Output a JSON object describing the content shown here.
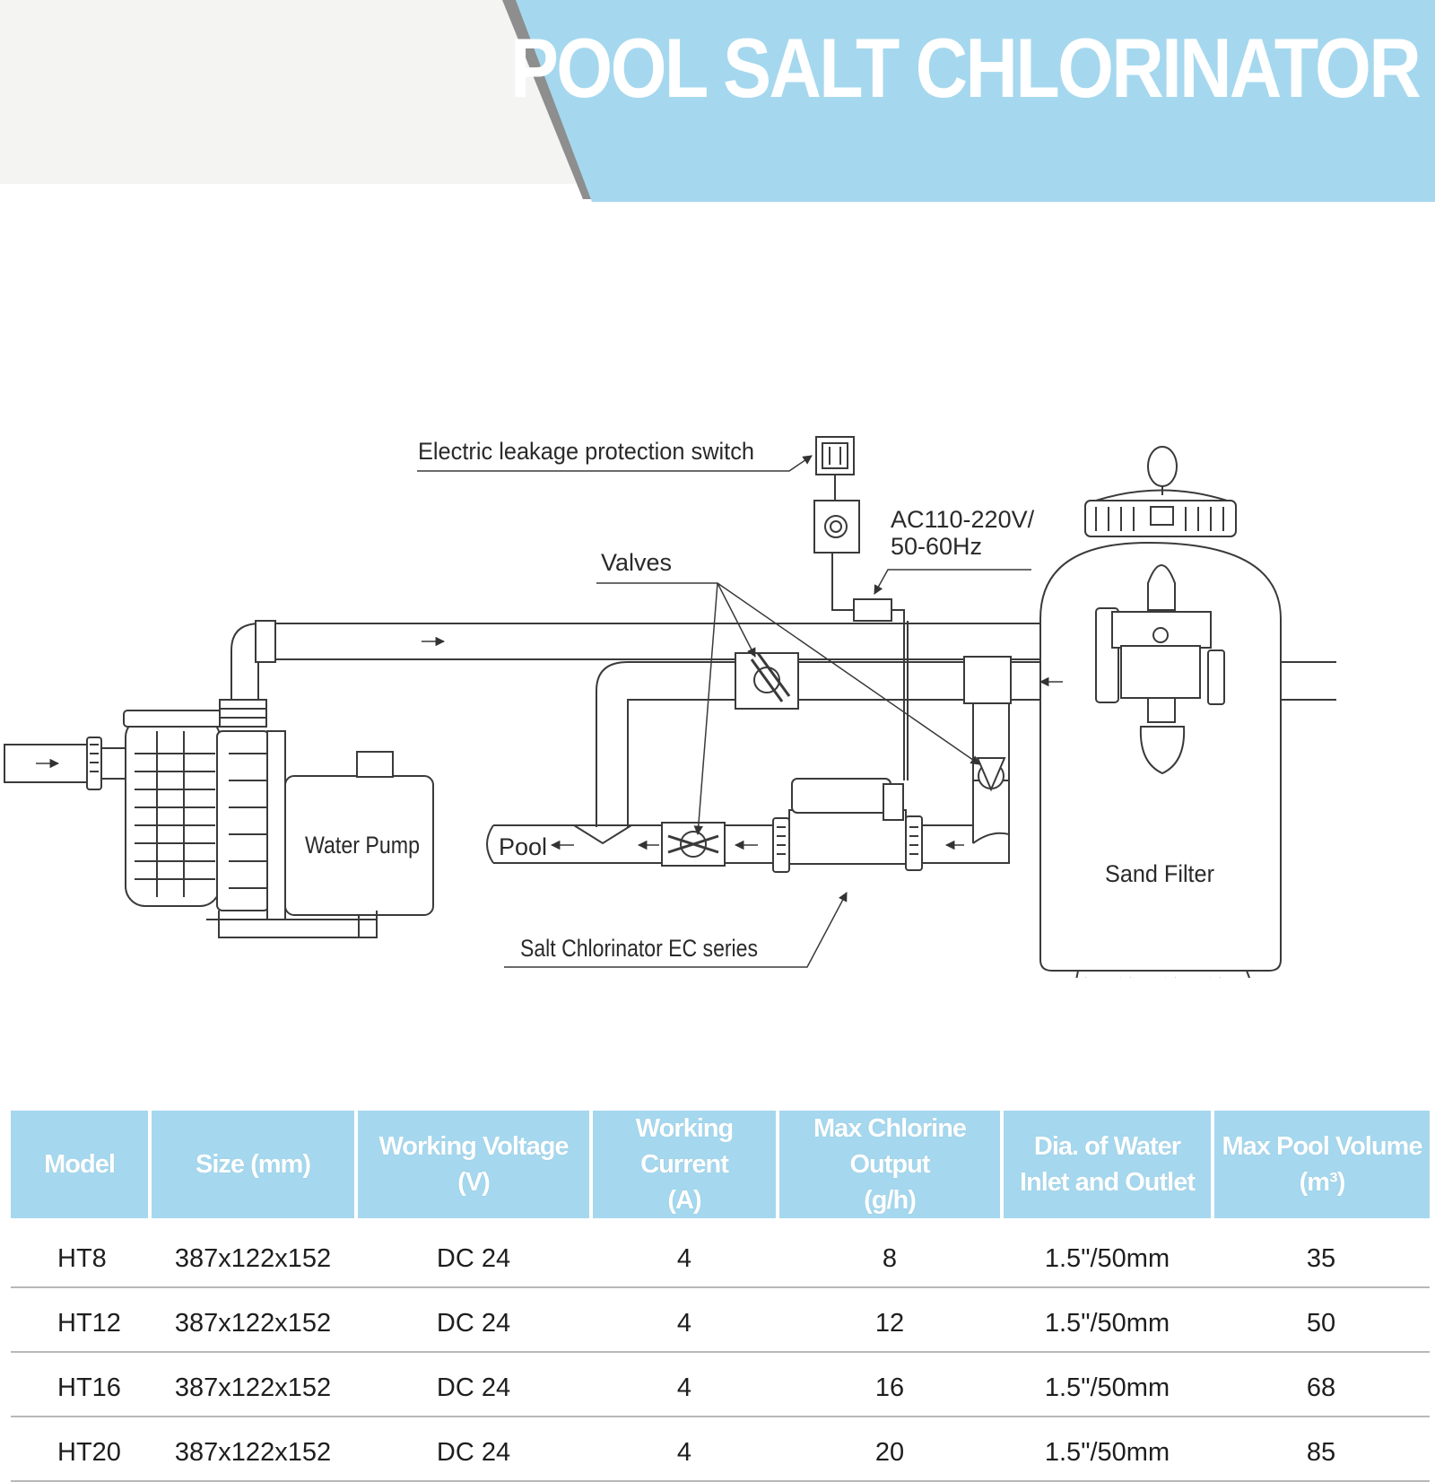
{
  "banner": {
    "title": "POOL SALT CHLORINATOR"
  },
  "diagram": {
    "labels": {
      "leakage_switch": "Electric leakage protection switch",
      "power": "AC110-220V/",
      "frequency": "50-60Hz",
      "valves": "Valves",
      "water_pump": "Water Pump",
      "pool": "Pool",
      "sand_filter": "Sand Filter",
      "chlorinator": "Salt Chlorinator EC series"
    }
  },
  "table": {
    "headers": [
      [
        "Model"
      ],
      [
        "Size (mm)"
      ],
      [
        "Working Voltage",
        "(V)"
      ],
      [
        "Working Current",
        "(A)"
      ],
      [
        "Max Chlorine Output",
        "(g/h)"
      ],
      [
        "Dia. of Water",
        "Inlet and Outlet"
      ],
      [
        "Max Pool Volume",
        "(m³)"
      ]
    ],
    "rows": [
      [
        "HT8",
        "387x122x152",
        "DC 24",
        "4",
        "8",
        "1.5\"/50mm",
        "35"
      ],
      [
        "HT12",
        "387x122x152",
        "DC 24",
        "4",
        "12",
        "1.5\"/50mm",
        "50"
      ],
      [
        "HT16",
        "387x122x152",
        "DC 24",
        "4",
        "16",
        "1.5\"/50mm",
        "68"
      ],
      [
        "HT20",
        "387x122x152",
        "DC 24",
        "4",
        "20",
        "1.5\"/50mm",
        "85"
      ]
    ]
  },
  "colors": {
    "banner_blue": "#a5d8ee",
    "banner_grey": "#f4f4f2",
    "stroke": "#3a3a3a"
  }
}
